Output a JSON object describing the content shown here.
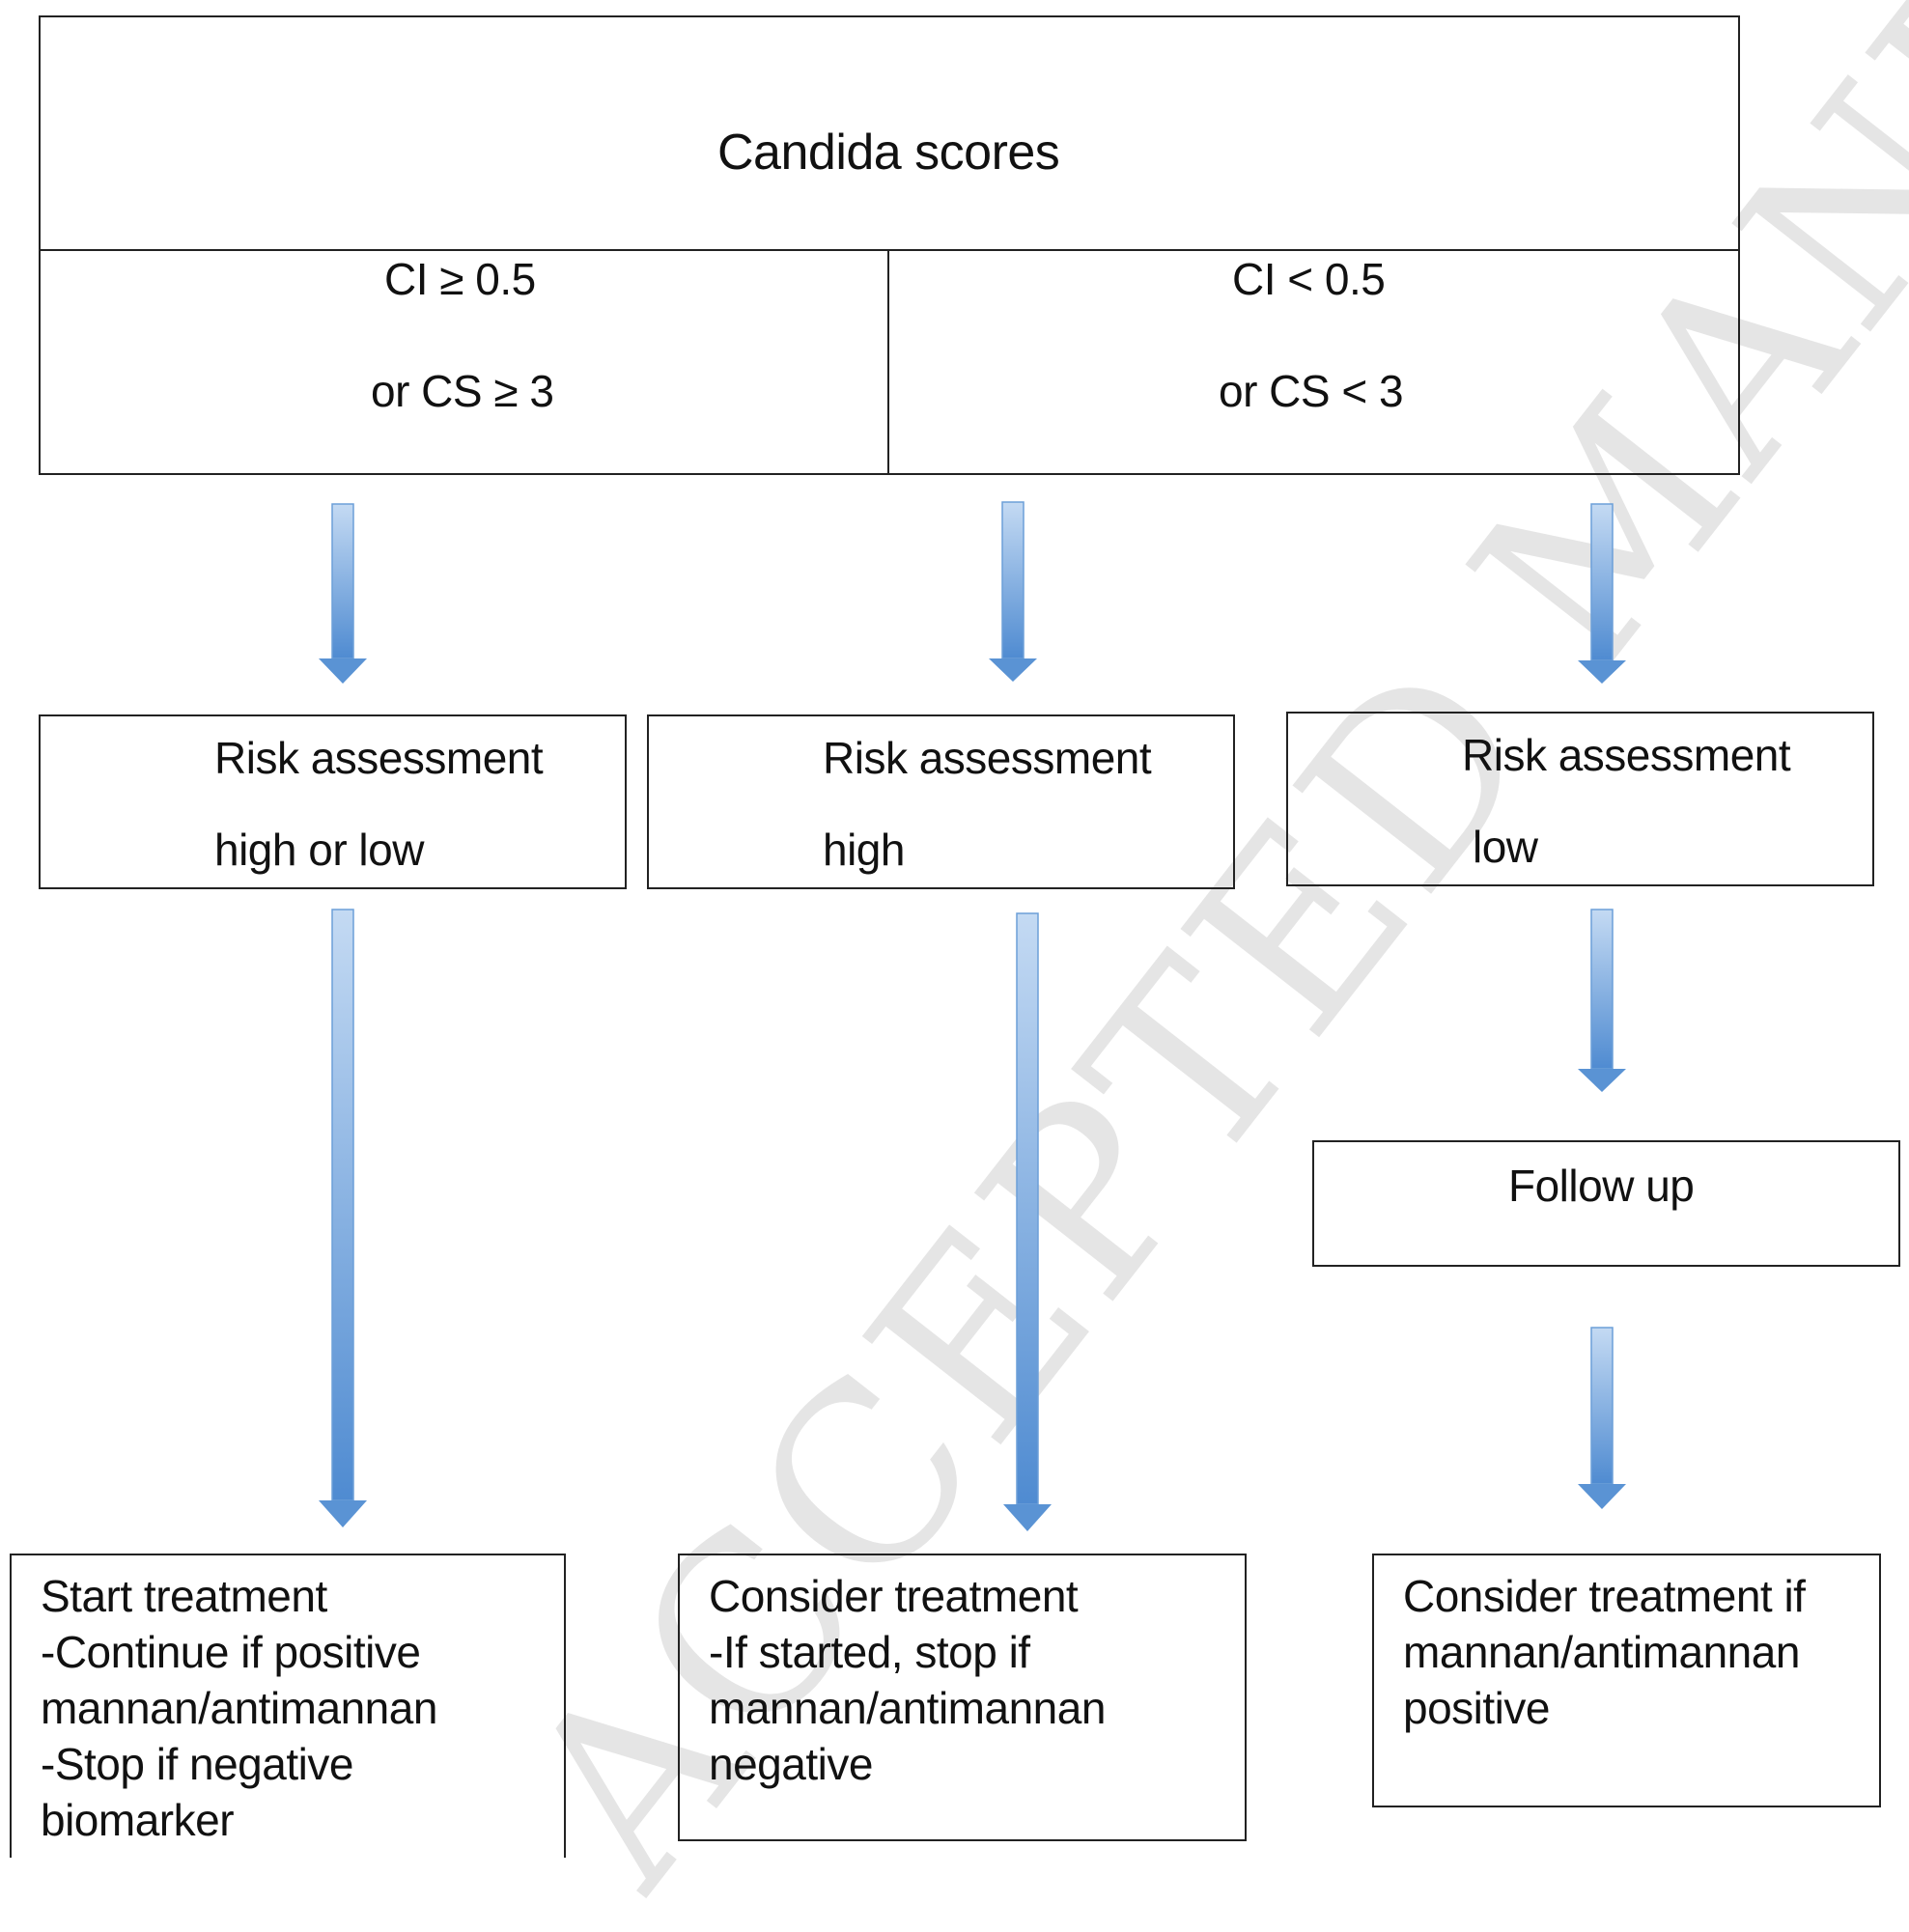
{
  "watermark": "ACCEPTED MANUSCRIPT",
  "header": {
    "title": "Candida scores",
    "left_line1": "CI ≥ 0.5",
    "left_line2": "or CS ≥ 3",
    "right_line1": "CI < 0.5",
    "right_line2": "or CS < 3"
  },
  "risk": [
    {
      "line1": "Risk assessment",
      "line2": "high or low"
    },
    {
      "line1": "Risk assessment",
      "line2": "high"
    },
    {
      "line1": "Risk assessment",
      "line2": "low"
    }
  ],
  "follow_up": "Follow up",
  "outcomes": [
    {
      "lines": [
        "Start treatment",
        "-Continue if positive",
        "mannan/antimannan",
        "-Stop if negative",
        "biomarker"
      ]
    },
    {
      "lines": [
        "Consider treatment",
        "-If started, stop if",
        "mannan/antimannan",
        "negative"
      ]
    },
    {
      "lines": [
        "Consider treatment if",
        "mannan/antimannan",
        "positive"
      ]
    }
  ],
  "colors": {
    "arrow_light": "#b9d1ee",
    "arrow_dark": "#5a93d4",
    "border": "#222222"
  }
}
